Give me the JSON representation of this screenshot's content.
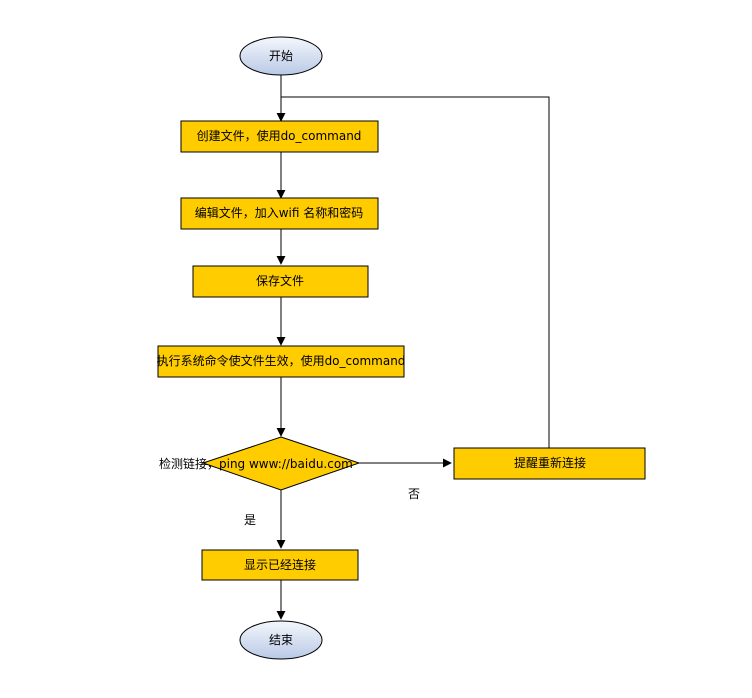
{
  "colors": {
    "process_fill": "#FFCC00",
    "terminal_top": "#f4f7fc",
    "terminal_bottom": "#b9c9e6",
    "stroke": "#000000"
  },
  "flow": {
    "start": "开始",
    "step_create": "创建文件，使用do_command",
    "step_edit": "编辑文件，加入wifi 名称和密码",
    "step_save": "保存文件",
    "step_exec": "执行系统命令使文件生效，使用do_command",
    "decision_label_left": "检测链接，",
    "decision_label_right": "ping www://baidu.com",
    "step_reconnect": "提醒重新连接",
    "label_no": "否",
    "label_yes": "是",
    "step_connected": "显示已经连接",
    "end": "结束"
  }
}
